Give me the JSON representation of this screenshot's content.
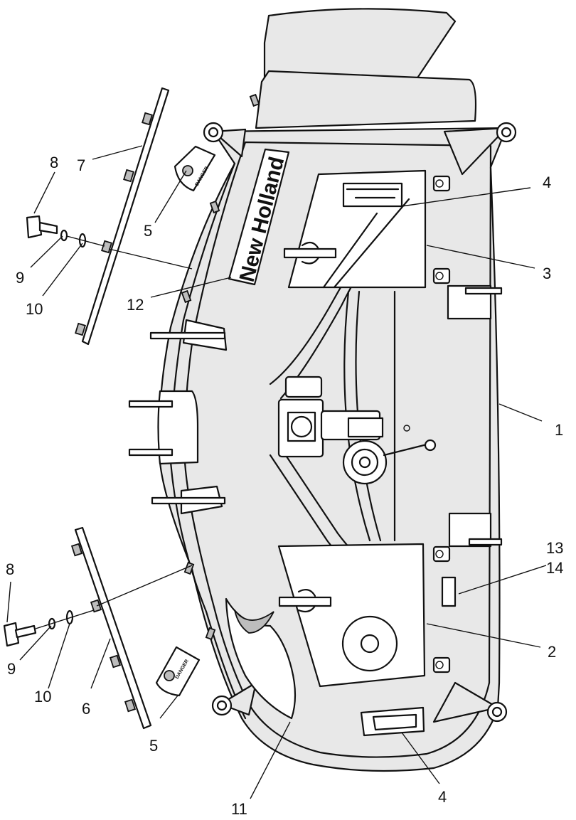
{
  "brand_text": "New Holland",
  "decal_text": "DANGER",
  "callouts": {
    "c1": "1",
    "c2": "2",
    "c3": "3",
    "c4_top": "4",
    "c4_bottom": "4",
    "c5_top": "5",
    "c5_bottom": "5",
    "c6": "6",
    "c7": "7",
    "c8_top": "8",
    "c8_bottom": "8",
    "c9_top": "9",
    "c9_bottom": "9",
    "c10_top": "10",
    "c10_bottom": "10",
    "c11": "11",
    "c12": "12",
    "c13": "13",
    "c14": "14"
  }
}
